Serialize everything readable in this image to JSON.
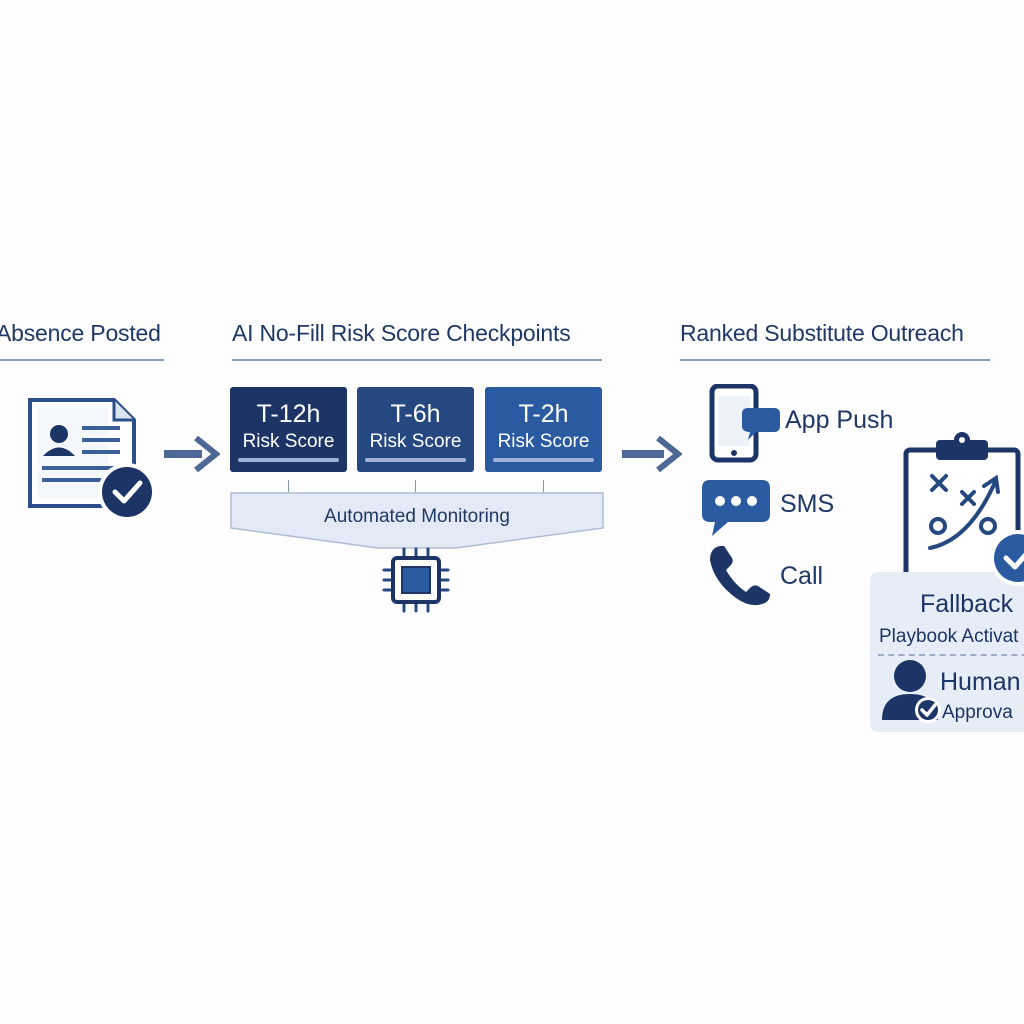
{
  "stages": {
    "absence": {
      "title": "Absence Posted"
    },
    "checkpoints": {
      "title": "AI No-Fill Risk Score Checkpoints",
      "items": [
        {
          "time": "T-12h",
          "label": "Risk Score"
        },
        {
          "time": "T-6h",
          "label": "Risk Score"
        },
        {
          "time": "T-2h",
          "label": "Risk Score"
        }
      ],
      "monitoring_label": "Automated Monitoring"
    },
    "outreach": {
      "title": "Ranked Substitute Outreach",
      "channels": [
        {
          "label": "App Push",
          "icon": "phone-chat-icon"
        },
        {
          "label": "SMS",
          "icon": "sms-bubble-icon"
        },
        {
          "label": "Call",
          "icon": "phone-handset-icon"
        }
      ]
    },
    "fallback": {
      "title": "Fallback",
      "subtitle": "Playbook Activat",
      "human_title": "Human",
      "human_subtitle": "Approva"
    }
  },
  "colors": {
    "navy": "#1c3566",
    "mid_blue": "#24487f",
    "bright_blue": "#2a5aa0",
    "light_panel": "#e6edf7",
    "rule": "#8a9cbc"
  }
}
